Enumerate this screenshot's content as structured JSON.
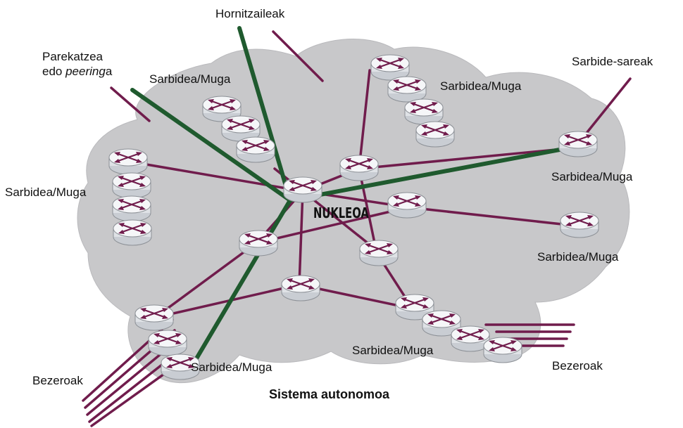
{
  "colors": {
    "cloud": "#c8c8ca",
    "cloud_edge": "#b9b9bc",
    "link": "#701c4c",
    "provider_link": "#1f5a2e",
    "router_top": "#f4f5f7",
    "router_side": "#d6d9de",
    "router_arrow": "#701c4c"
  },
  "labels": {
    "providers": "Hornitzaileak",
    "peering_line1": "Parekatzea",
    "peering_line2_prefix": "edo ",
    "peering_line2_italic": "peering",
    "peering_line2_suffix": "a",
    "access_networks": "Sarbide-sareak",
    "edge_top_center": "Sarbidea/Muga",
    "edge_top_right": "Sarbidea/Muga",
    "edge_left": "Sarbidea/Muga",
    "edge_right_top": "Sarbidea/Muga",
    "edge_right_mid": "Sarbidea/Muga",
    "edge_bottom_center": "Sarbidea/Muga",
    "edge_bottom_left": "Sarbidea/Muga",
    "core": "NUKLEOA",
    "customers_left": "Bezeroak",
    "customers_right": "Bezeroak",
    "title": "Sistema autonomoa"
  }
}
